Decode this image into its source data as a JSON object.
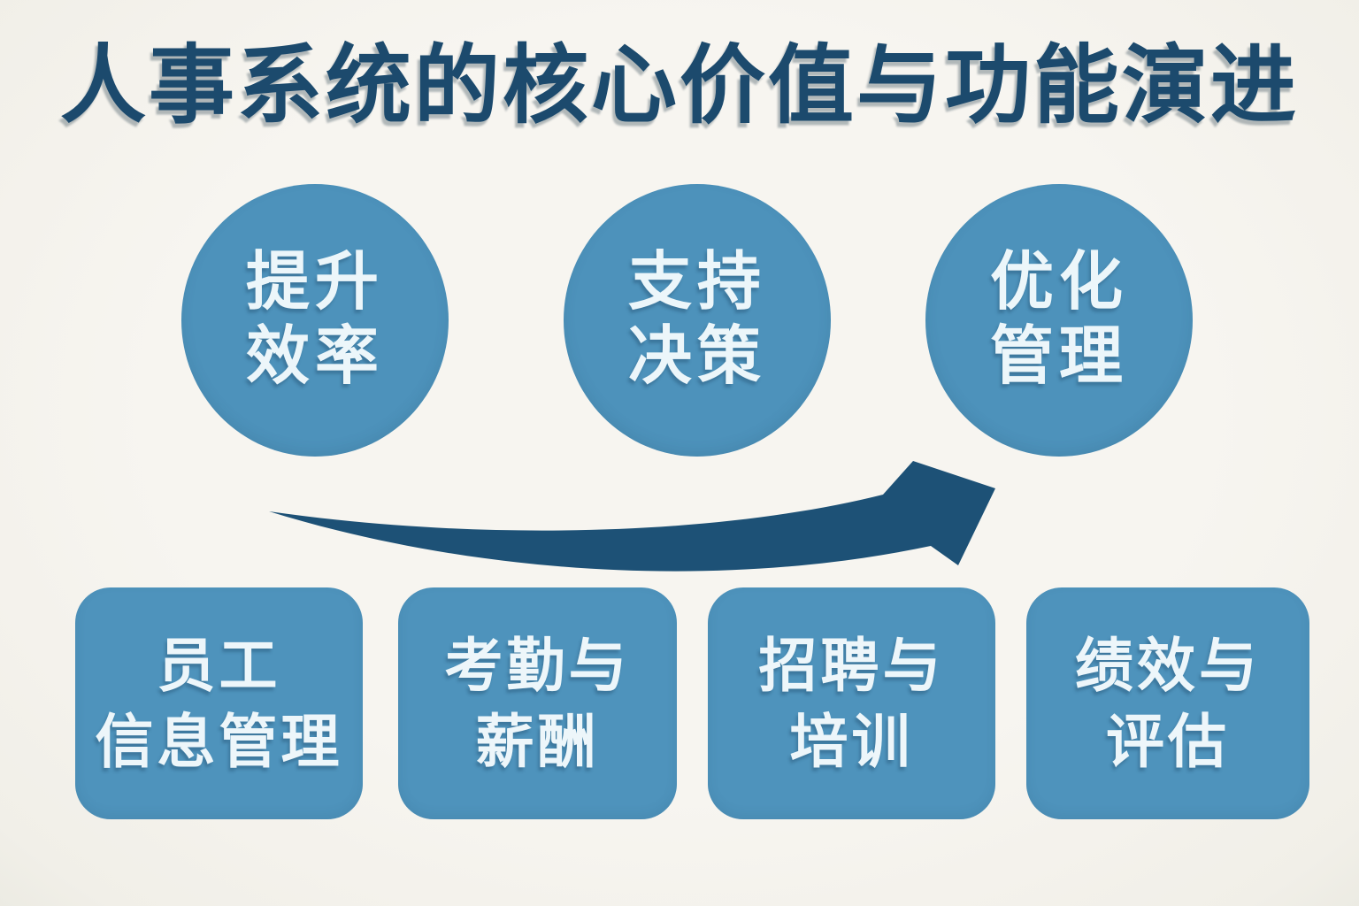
{
  "title": "人事系统的核心价值与功能演进",
  "colors": {
    "background": "#f6f4ef",
    "title_text": "#1c4a6d",
    "shape_fill": "#4d92bb",
    "shape_text": "#edf6fa",
    "arrow_fill": "#1d5176"
  },
  "value_circles": [
    {
      "line1": "提升",
      "line2": "效率"
    },
    {
      "line1": "支持",
      "line2": "决策"
    },
    {
      "line1": "优化",
      "line2": "管理"
    }
  ],
  "function_boxes": [
    {
      "line1": "员工",
      "line2": "信息管理"
    },
    {
      "line1": "考勤与",
      "line2": "薪酬"
    },
    {
      "line1": "招聘与",
      "line2": "培训"
    },
    {
      "line1": "绩效与",
      "line2": "评估"
    }
  ]
}
